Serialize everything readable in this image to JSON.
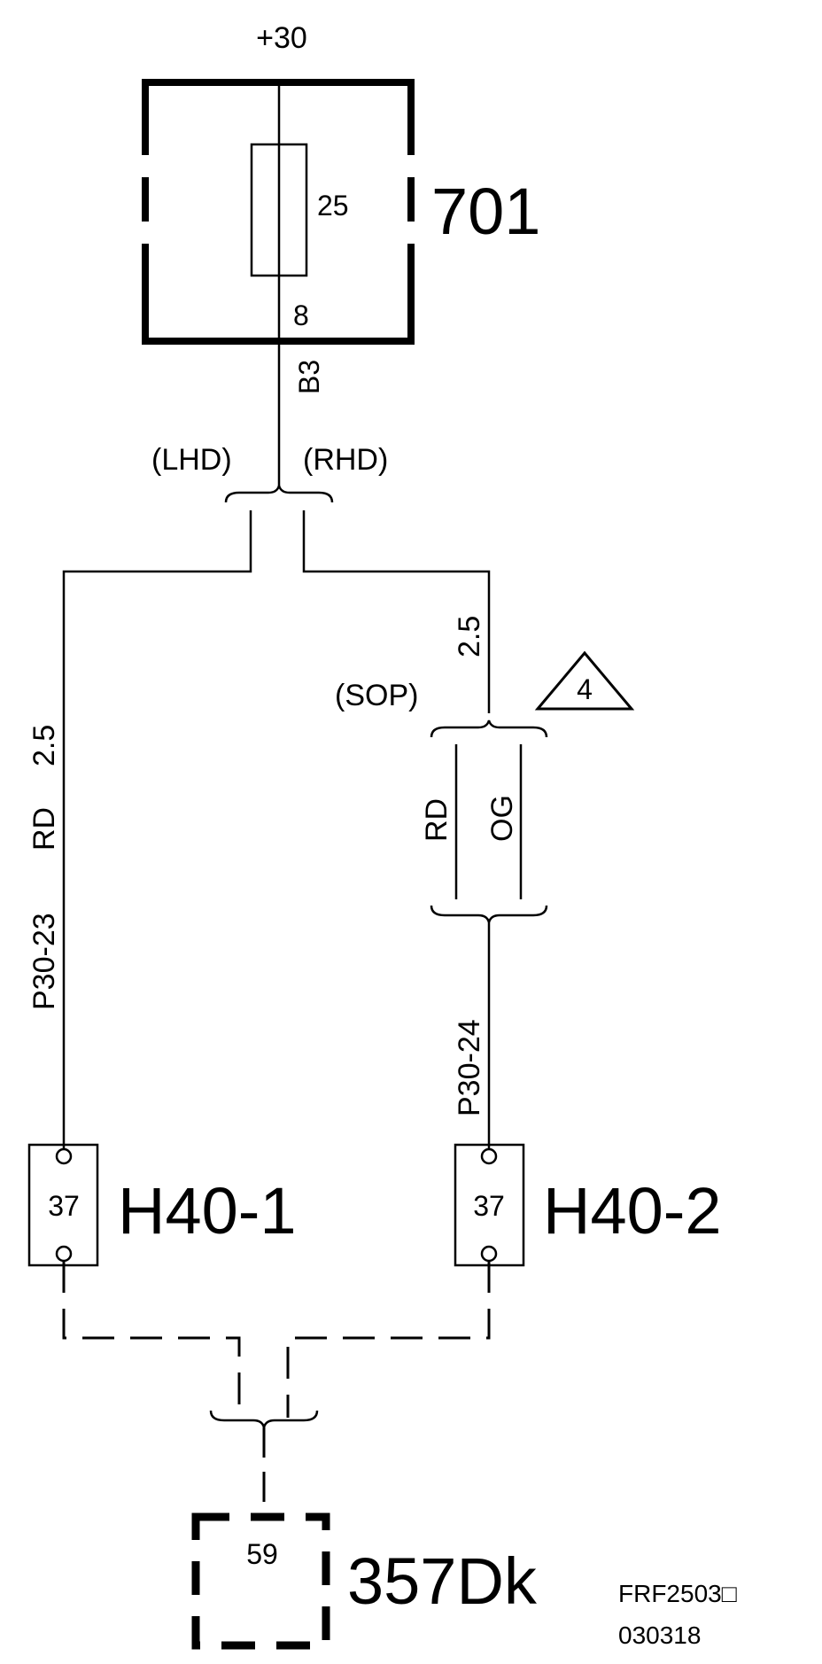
{
  "diagram": {
    "supply_label": "+30",
    "fuse_box": {
      "id": "701",
      "fuse_rating": "25",
      "pin": "8",
      "terminal": "B3"
    },
    "branch_lhd": "(LHD)",
    "branch_rhd": "(RHD)",
    "left_wire": {
      "gauge": "2.5",
      "color": "RD",
      "circuit": "P30-23"
    },
    "right_wire": {
      "gauge": "2.5",
      "circuit": "P30-24"
    },
    "sop_label": "(SOP)",
    "sop_options": [
      "RD",
      "OG"
    ],
    "note_triangle": "4",
    "connector_left": {
      "pin": "37",
      "id": "H40-1"
    },
    "connector_right": {
      "pin": "37",
      "id": "H40-2"
    },
    "ground": {
      "pin": "59",
      "id": "357Dk"
    },
    "drawing_code": "FRF2503□",
    "drawing_date": "030318"
  }
}
